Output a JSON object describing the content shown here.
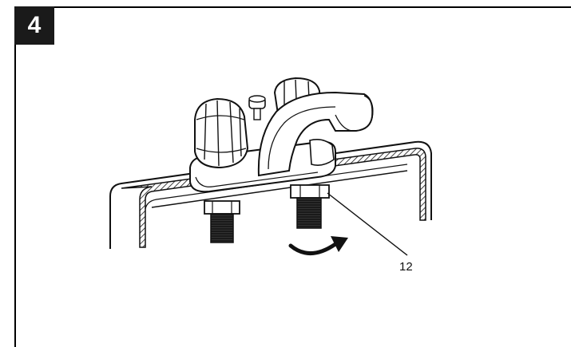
{
  "step": {
    "number": "4"
  },
  "callouts": [
    {
      "label": "12",
      "target": "mounting-nut"
    }
  ],
  "colors": {
    "ink": "#111111",
    "badge_background": "#1a1a1a",
    "badge_text": "#ffffff",
    "background": "#ffffff"
  },
  "icons": {
    "rotation_arrow": "curved-arrow-icon"
  }
}
